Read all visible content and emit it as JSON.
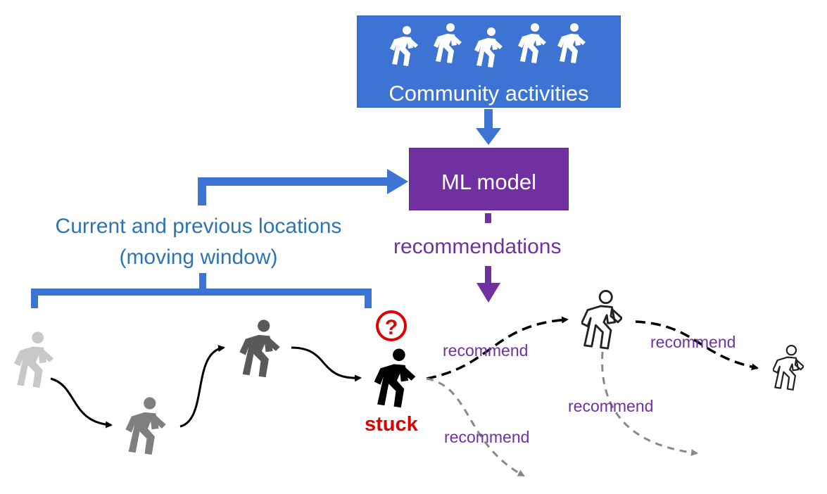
{
  "community": {
    "title": "Community activities",
    "walker_count": 5
  },
  "model": {
    "title": "ML model"
  },
  "input": {
    "line1": "Current and previous locations",
    "line2": "(moving window)"
  },
  "output": {
    "recommendations_label": "recommendations",
    "recommend_label": "recommend"
  },
  "user": {
    "status_label": "stuck",
    "status_icon": "question-mark-icon"
  },
  "colors": {
    "blue": "#3d73d2",
    "blue_text": "#2e74b5",
    "purple": "#7030a0",
    "red": "#e00000"
  }
}
